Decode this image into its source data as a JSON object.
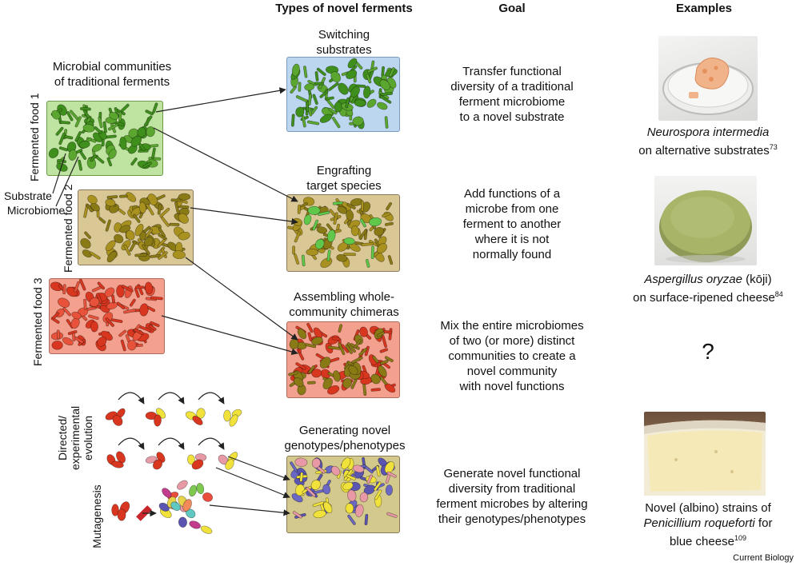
{
  "headers": {
    "types": "Types of novel ferments",
    "goal": "Goal",
    "examples": "Examples"
  },
  "left": {
    "communities_title": [
      "Microbial communities",
      "of traditional ferments"
    ],
    "food1": "Fermented food 1",
    "food2": "Fermented food 2",
    "food3": "Fermented food 3",
    "substrate": "Substrate",
    "microbiome": "Microbiome",
    "directed": [
      "Directed/",
      "experimental",
      "evolution"
    ],
    "mutagenesis": "Mutagenesis"
  },
  "rows": [
    {
      "type_title": [
        "Switching",
        "substrates"
      ],
      "goal": [
        "Transfer functional",
        "diversity of a traditional",
        "ferment microbiome",
        "to a novel substrate"
      ],
      "example": {
        "italic": "Neurospora intermedia",
        "rest": [
          "on alternative substrates"
        ],
        "sup": "73",
        "photo": "petri-dish-photo"
      }
    },
    {
      "type_title": [
        "Engrafting",
        "target species"
      ],
      "goal": [
        "Add functions of a",
        "microbe from one",
        "ferment to another",
        "where it is not",
        "normally found"
      ],
      "example": {
        "italic": "Aspergillus oryzae",
        "after_italic": " (kōji)",
        "rest": [
          "on surface-ripened cheese"
        ],
        "sup": "84",
        "photo": "cheese-wheel-photo"
      }
    },
    {
      "type_title": [
        "Assembling whole-",
        "community chimeras"
      ],
      "goal": [
        "Mix the entire microbiomes",
        "of two (or more) distinct",
        "communities to create a",
        "novel community",
        "with novel functions"
      ],
      "example": {
        "question": "?"
      }
    },
    {
      "type_title": [
        "Generating novel",
        "genotypes/phenotypes"
      ],
      "goal": [
        "Generate novel functional",
        "diversity from traditional",
        "ferment microbes by altering",
        "their genotypes/phenotypes"
      ],
      "example": {
        "line1": "Novel (albino) strains of",
        "italic": "Penicillium roqueforti",
        "after_italic": " for",
        "line3": "blue cheese",
        "sup": "109",
        "photo": "blue-cheese-photo"
      }
    }
  ],
  "credit": "Current Biology",
  "colors": {
    "green_bg": "#bfe3a0",
    "green_cell": "#3f8f1c",
    "tan_bg": "#d9c896",
    "tan_cell": "#8a7a16",
    "red_bg": "#f3a08e",
    "red_cell": "#d9361f",
    "blue_bg": "#bcd6ef",
    "purple_bg": "#d4c98c",
    "purple_cell": "#5a55b0",
    "yellow_cell": "#f0e23a",
    "pink_cell": "#e79aa6"
  }
}
